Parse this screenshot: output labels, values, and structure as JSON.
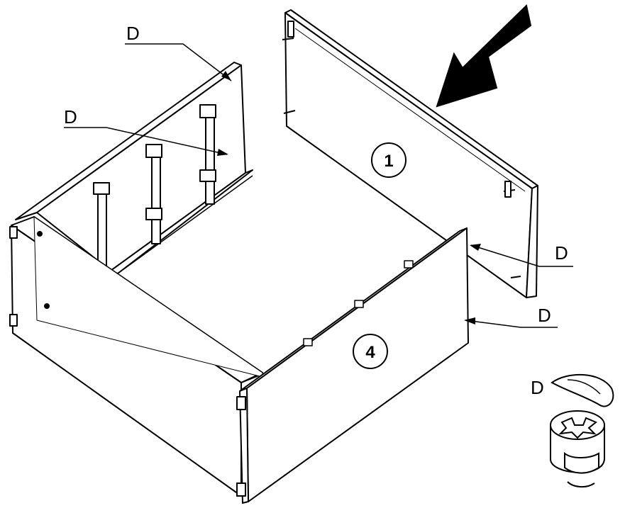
{
  "labels": {
    "connector_top_left": "D",
    "connector_mid_left": "D",
    "connector_right_upper": "D",
    "connector_right_lower": "D",
    "cam_detail": "D"
  },
  "parts": {
    "back_panel_number": "1",
    "front_panel_number": "4"
  },
  "colors": {
    "line": "#000000",
    "panel": "#ffffff",
    "arrow": "#000000"
  },
  "icons": {
    "direction": "arrow-icon",
    "cam_lock": "cam-lock-icon",
    "cam_key": "cam-key-icon"
  }
}
